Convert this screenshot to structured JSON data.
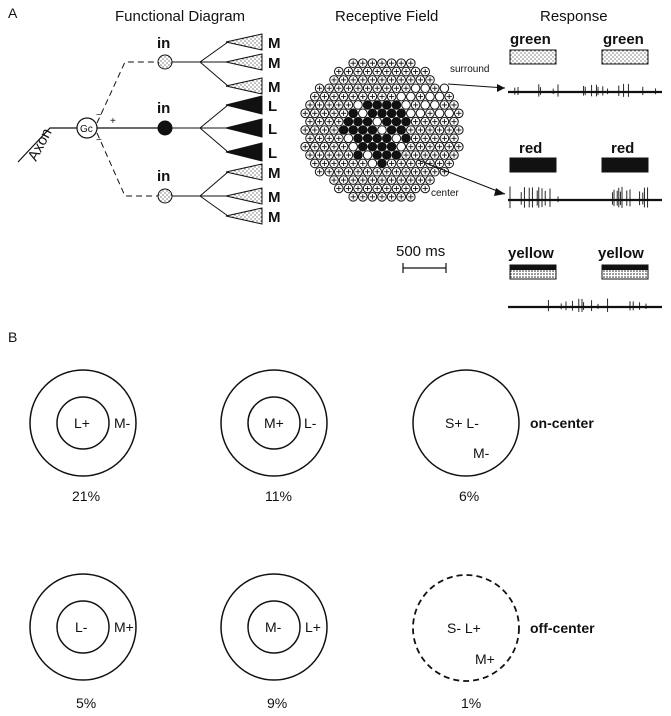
{
  "panel_a": {
    "label": "A",
    "titles": {
      "functional": "Functional Diagram",
      "receptive": "Receptive Field",
      "response": "Response"
    },
    "diagram": {
      "axon": "Axon",
      "gc": "Gc",
      "plus": "+",
      "minus": "−",
      "in_label": "in",
      "cones_top": [
        "M",
        "M",
        "M"
      ],
      "cones_mid": [
        "L",
        "L",
        "L"
      ],
      "cones_bot": [
        "M",
        "M",
        "M"
      ]
    },
    "receptive_field": {
      "surround": "surround",
      "center": "center",
      "scale": "500 ms"
    },
    "response": {
      "green": "green",
      "red": "red",
      "yellow": "yellow"
    }
  },
  "panel_b": {
    "label": "B",
    "on_center": {
      "tag": "on-center",
      "cells": [
        {
          "center": "L+",
          "surround": "M-",
          "pct": "21%"
        },
        {
          "center": "M+",
          "surround": "L-",
          "pct": "11%"
        },
        {
          "center": "S+ L-",
          "surround": "M-",
          "pct": "6%"
        }
      ]
    },
    "off_center": {
      "tag": "off-center",
      "cells": [
        {
          "center": "L-",
          "surround": "M+",
          "pct": "5%"
        },
        {
          "center": "M-",
          "surround": "L+",
          "pct": "9%"
        },
        {
          "center": "S- L+",
          "surround": "M+",
          "pct": "1%"
        }
      ]
    }
  }
}
